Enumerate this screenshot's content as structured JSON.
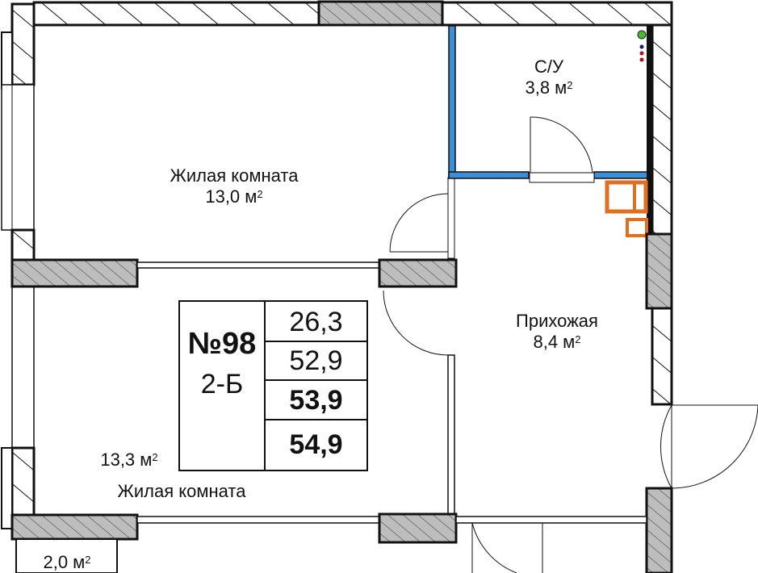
{
  "rooms": {
    "living_1": {
      "name": "Жилая комната",
      "area": "13,0 м",
      "unit_sup": "2"
    },
    "bathroom": {
      "name": "С/У",
      "area": "3,8 м",
      "unit_sup": "2"
    },
    "hallway": {
      "name": "Прихожая",
      "area": "8,4 м",
      "unit_sup": "2"
    },
    "living_2": {
      "name": "Жилая комната",
      "area": "13,3 м",
      "unit_sup": "2"
    },
    "balcony": {
      "area": "2,0 м",
      "unit_sup": "2"
    }
  },
  "apartment_card": {
    "number": "№98",
    "type": "2-Б",
    "values": [
      "26,3",
      "52,9",
      "53,9",
      "54,9"
    ]
  },
  "colors": {
    "bathroom_wall": "#3a8fd8",
    "shaft": "#e07020",
    "concrete": "#bdbdbd",
    "riser_green": "#44bb33",
    "riser_blue": "#1a1a8a",
    "riser_red": "#aa1122"
  }
}
